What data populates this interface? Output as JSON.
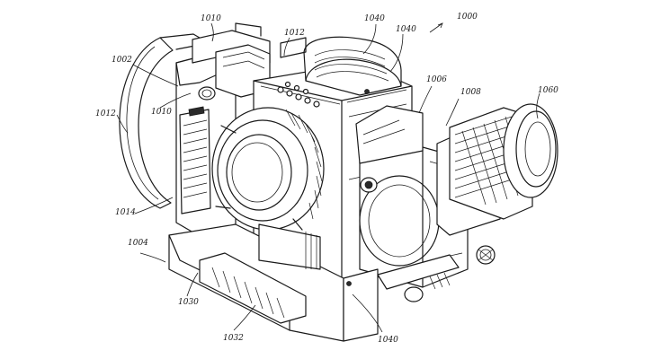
{
  "figure": {
    "reference_numerals": [
      {
        "id": "n1010a",
        "text": "1010"
      },
      {
        "id": "n1012a",
        "text": "1012"
      },
      {
        "id": "n1040a",
        "text": "1040"
      },
      {
        "id": "n1040b",
        "text": "1040"
      },
      {
        "id": "n1000",
        "text": "1000"
      },
      {
        "id": "n1002",
        "text": "1002"
      },
      {
        "id": "n1012b",
        "text": "1012"
      },
      {
        "id": "n1010b",
        "text": "1010"
      },
      {
        "id": "n1006",
        "text": "1006"
      },
      {
        "id": "n1008",
        "text": "1008"
      },
      {
        "id": "n1060",
        "text": "1060"
      },
      {
        "id": "n1014",
        "text": "1014"
      },
      {
        "id": "n1004",
        "text": "1004"
      },
      {
        "id": "n1030",
        "text": "1030"
      },
      {
        "id": "n1032",
        "text": "1032"
      },
      {
        "id": "n1040c",
        "text": "1040"
      }
    ]
  }
}
